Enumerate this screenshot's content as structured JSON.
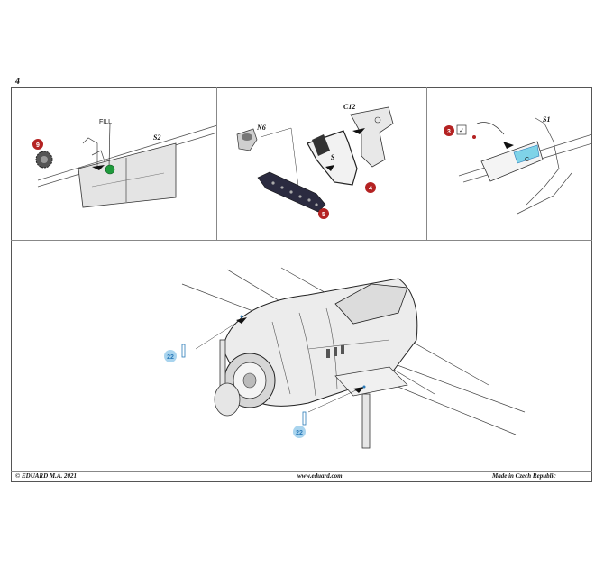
{
  "page_number": "4",
  "colors": {
    "badge_red": "#b42222",
    "badge_blue": "#a9d4ee",
    "fill_green": "#1f9a3c",
    "accent_cyan": "#7fd3e8",
    "line": "#333333"
  },
  "panels": {
    "panel1": {
      "fill_label": "FILL",
      "part_label": "S2",
      "badge": "9"
    },
    "panel2": {
      "part_label_a": "N6",
      "part_label_b": "C12",
      "badge_a": "4",
      "badge_b": "5",
      "part_mark": "S"
    },
    "panel3": {
      "part_label": "S1",
      "badge": "3",
      "check_mark": "✓",
      "part_mark": "C"
    },
    "panel4": {
      "badge_a": "22",
      "badge_b": "22"
    }
  },
  "footer": {
    "copyright": "© EDUARD  M.A. 2021",
    "website": "www.eduard.com",
    "made_in": "Made in Czech Republic"
  }
}
